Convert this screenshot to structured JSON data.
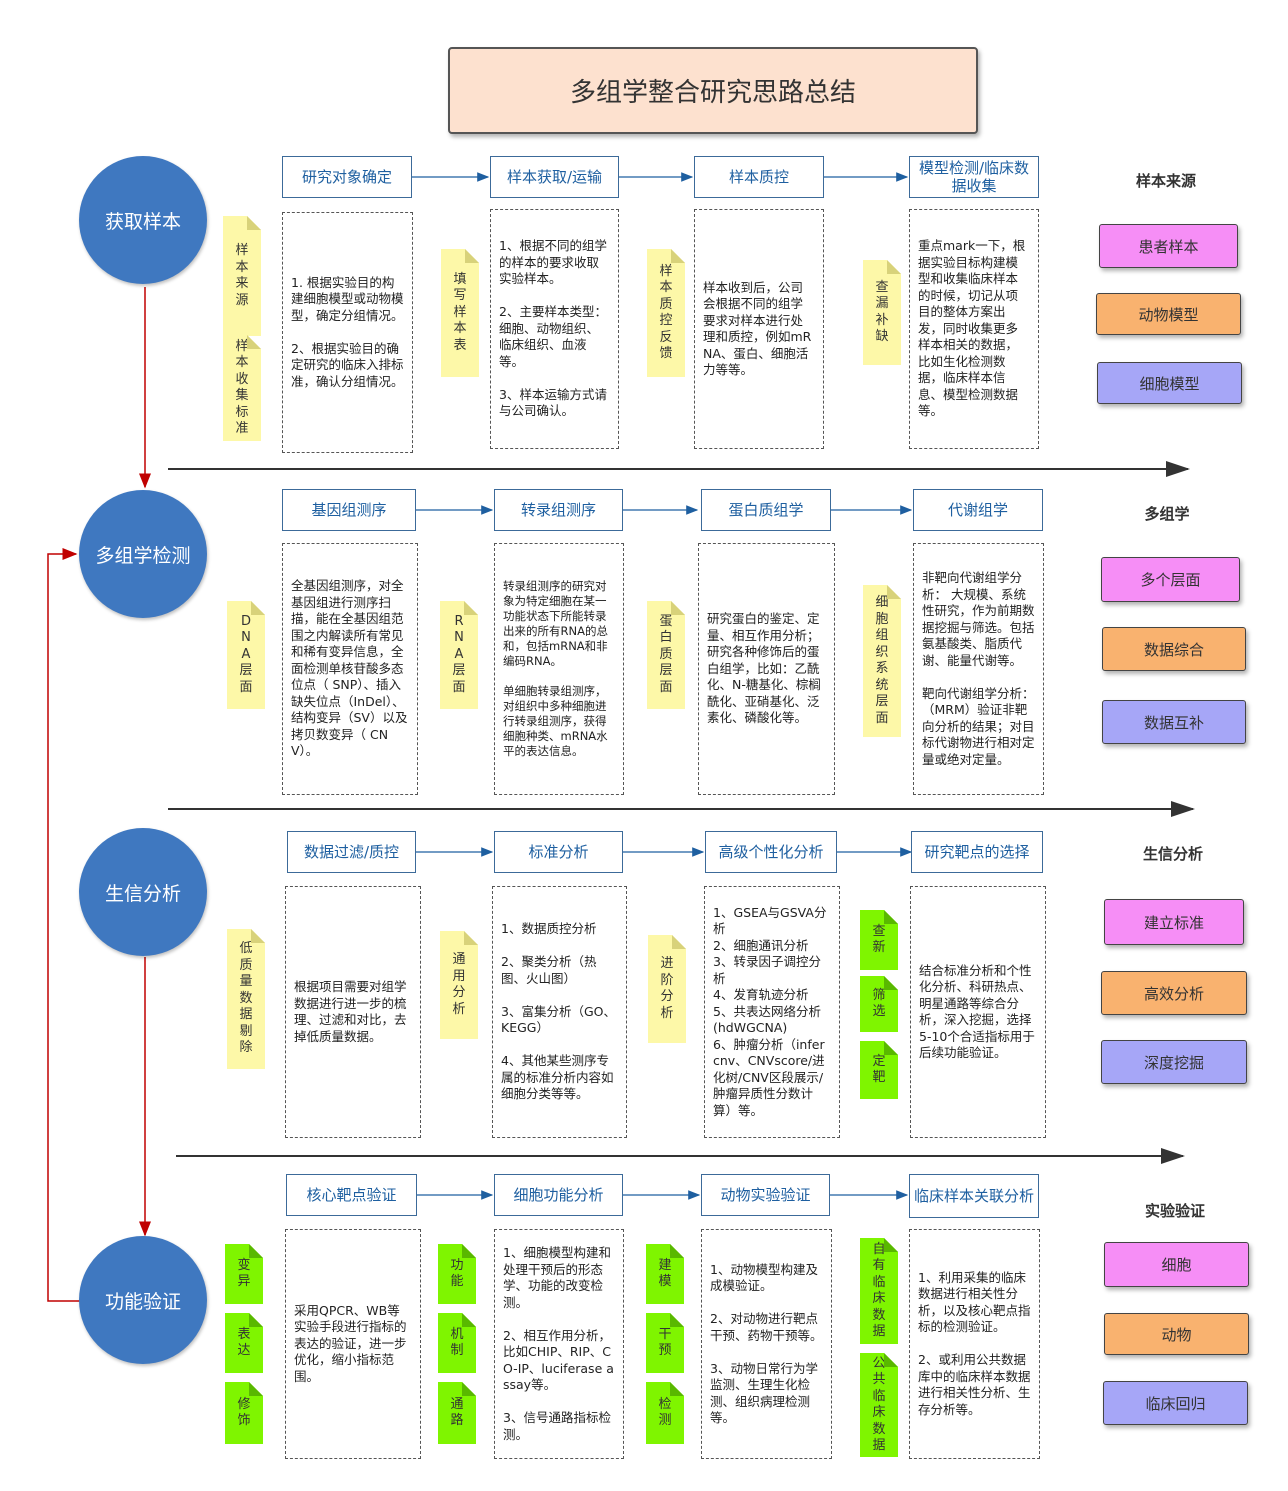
{
  "title": "多组学整合研究思路总结",
  "colors": {
    "circle": "#3f78c0",
    "step_text": "#1e5fa0",
    "yellow_note": "#fdf8a8",
    "green_note": "#7ff500",
    "pink_tag": "#f68ef6",
    "orange_tag": "#f9b26f",
    "purple_tag": "#a6a6f7",
    "red_arrow": "#c00000"
  },
  "stages": [
    {
      "circle": "获取样本",
      "section": "样本来源",
      "tags": [
        "患者样本",
        "动物模型",
        "细胞模型"
      ],
      "steps": [
        "研究对象确定",
        "样本获取/运输",
        "样本质控",
        "模型检测/临床数据收集"
      ],
      "boxes": [
        "1. 根据实验目的构建细胞模型或动物模型，确定分组情况。\n\n2、根据实验目的确定研究的临床入排标准，确认分组情况。",
        "1、根据不同的组学的样本的要求收取实验样本。\n\n2、主要样本类型：细胞、动物组织、临床组织、血液等。\n\n3、样本运输方式请与公司确认。",
        "样本收到后，公司会根据不同的组学要求对样本进行处理和质控，例如mRNA、蛋白、细胞活力等等。",
        "重点mark一下，根据实验目标构建模型和收集临床样本的时候，切记从项目的整体方案出发，同时收集更多样本相关的数据，比如生化检测数据，临床样本信息、模型检测数据等。"
      ],
      "notes": [
        "样本来源",
        "样本收集标准",
        "填写样本表",
        "样本质控反馈",
        "查漏补缺"
      ]
    },
    {
      "circle": "多组学检测",
      "section": "多组学",
      "tags": [
        "多个层面",
        "数据综合",
        "数据互补"
      ],
      "steps": [
        "基因组测序",
        "转录组测序",
        "蛋白质组学",
        "代谢组学"
      ],
      "boxes": [
        "全基因组测序，对全基因组进行测序扫描，能在全基因组范围之内解读所有常见和稀有变异信息，全面检测单核苷酸多态位点（ SNP）、插入缺失位点（InDel）、结构变异（SV）以及拷贝数变异（ CNV）。",
        "转录组测序的研究对象为特定细胞在某一功能状态下所能转录出来的所有RNA的总和，包括mRNA和非编码RNA。\n\n单细胞转录组测序，对组织中多种细胞进行转录组测序，获得细胞种类、mRNA水平的表达信息。",
        "研究蛋白的鉴定、定量、相互作用分析；\n研究各种修饰后的蛋白组学，比如：乙酰化、N-糖基化、棕榈酰化、亚硝基化、泛素化、磷酸化等。",
        "非靶向代谢组学分析： 大规模、系统性研究，作为前期数据挖掘与筛选。包括氨基酸类、脂质代谢、能量代谢等。\n\n靶向代谢组学分析：（MRM）验证非靶向分析的结果；对目标代谢物进行相对定量或绝对定量。"
      ],
      "notes": [
        "DNA层面",
        "RNA层面",
        "蛋白质层面",
        "细胞组织系统层面"
      ]
    },
    {
      "circle": "生信分析",
      "section": "生信分析",
      "tags": [
        "建立标准",
        "高效分析",
        "深度挖掘"
      ],
      "steps": [
        "数据过滤/质控",
        "标准分析",
        "高级个性化分析",
        "研究靶点的选择"
      ],
      "boxes": [
        "根据项目需要对组学数据进行进一步的梳理、过滤和对比，去掉低质量数据。",
        "1、数据质控分析\n\n2、聚类分析（热图、火山图）\n\n3、富集分析（GO、KEGG）\n\n4、其他某些测序专属的标准分析内容如细胞分类等等。",
        "1、GSEA与GSVA分析\n2、细胞通讯分析\n3、转录因子调控分析\n4、发育轨迹分析\n5、共表达网络分析(hdWGCNA)\n6、肿瘤分析（infercnv、CNVscore/进化树/CNV区段展示/肿瘤异质性分数计算）等。",
        "结合标准分析和个性化分析、科研热点、明星通路等综合分析，深入挖掘，选择5-10个合适指标用于后续功能验证。"
      ],
      "notes": [
        "低质量数据剔除",
        "通用分析",
        "进阶分析",
        "查新",
        "筛选",
        "定靶"
      ]
    },
    {
      "circle": "功能验证",
      "section": "实验验证",
      "tags": [
        "细胞",
        "动物",
        "临床回归"
      ],
      "steps": [
        "核心靶点验证",
        "细胞功能分析",
        "动物实验验证",
        "临床样本关联分析"
      ],
      "boxes": [
        "采用QPCR、WB等实验手段进行指标的表达的验证，进一步优化，缩小指标范围。",
        "1、细胞模型构建和处理干预后的形态学、功能的改变检测。\n\n2、相互作用分析，比如CHIP、RIP、CO-IP、luciferase assay等。\n\n3、信号通路指标检测。",
        "1、动物模型构建及成模验证。\n\n2、对动物进行靶点干预、药物干预等。\n\n3、动物日常行为学监测、生理生化检测、组织病理检测等。",
        "1、利用采集的临床数据进行相关性分析，以及核心靶点指标的检测验证。\n\n2、或利用公共数据库中的临床样本数据进行相关性分析、生存分析等。"
      ],
      "notes": [
        "变异",
        "表达",
        "修饰",
        "功能",
        "机制",
        "通路",
        "建模",
        "干预",
        "检测",
        "自有临床数据",
        "公共临床数据"
      ]
    }
  ]
}
